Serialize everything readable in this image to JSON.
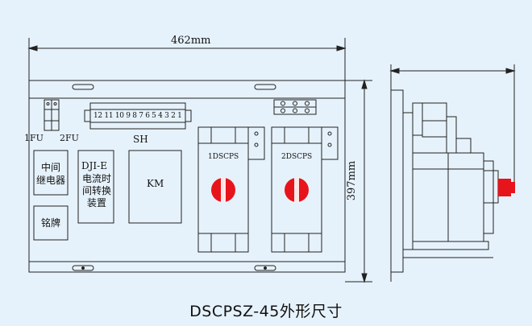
{
  "dimensions": {
    "width": "462mm",
    "height": "397mm"
  },
  "fuses": {
    "left": "1FU",
    "right": "2FU"
  },
  "terminal_block": {
    "numbers": "12 11 10 9 8 7 6 5 4 3 2 1",
    "label": "SH"
  },
  "relay": {
    "line1": "中间",
    "line2": "继电器"
  },
  "nameplate": "铭牌",
  "timer": {
    "line1": "DJI-E",
    "line2": "电流时",
    "line3": "间转换",
    "line4": "装置"
  },
  "contactor": "KM",
  "switches": {
    "first": "1DSCPS",
    "second": "2DSCPS"
  },
  "handle_color": "#e8141b",
  "caption": "DSCPSZ-45外形尺寸"
}
